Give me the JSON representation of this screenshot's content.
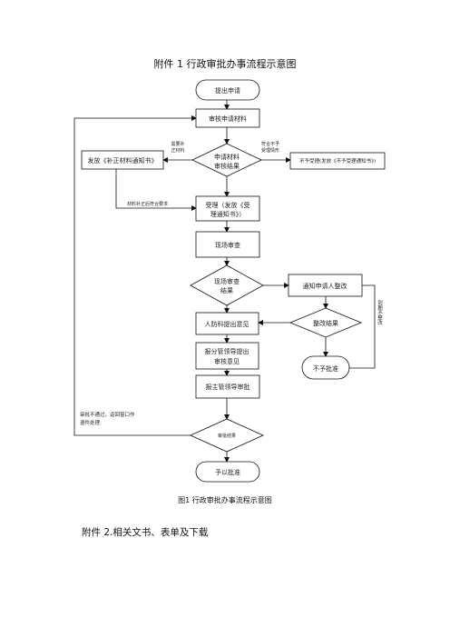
{
  "title": "附件 1  行政审批办事流程示意图",
  "nodes": {
    "apply": "提出申请",
    "review_materials": "审核申请材料",
    "review_result_1": "申请材料",
    "review_result_2": "审核结果",
    "supplement_notice": "发放《补正材料通知书》",
    "reject_notice": "不予受理(发放《不予受理通知书》)",
    "accept_1": "受理（发放《受",
    "accept_2": "理通知书》）",
    "site_inspection": "现场审查",
    "site_result_1": "现场审查",
    "site_result_2": "结果",
    "notify_rectify": "通知申请人整改",
    "civil_defense_opinion": "人防科提出意见",
    "rectify_result": "整改结果",
    "leader_opinion_1": "报分管领导提出",
    "leader_opinion_2": "审核意见",
    "not_approved": "不予批准",
    "main_leader_approve": "报主管领导审批",
    "approval_result": "审批结果",
    "grant": "予以批准"
  },
  "edge_labels": {
    "need_supplement_1": "需要补",
    "need_supplement_2": "正材料",
    "not_meet_1": "符合不予",
    "not_meet_2": "受理情形",
    "supplement_ok": "材料补正后符合要求",
    "overdue": "到期不整改",
    "rejected_1": "审批不通过，返回窗口作",
    "rejected_2": "退件处理"
  },
  "caption": "图1  行政审批办事流程示意图",
  "appendix2": "附件 2.相关文书、表单及下载"
}
